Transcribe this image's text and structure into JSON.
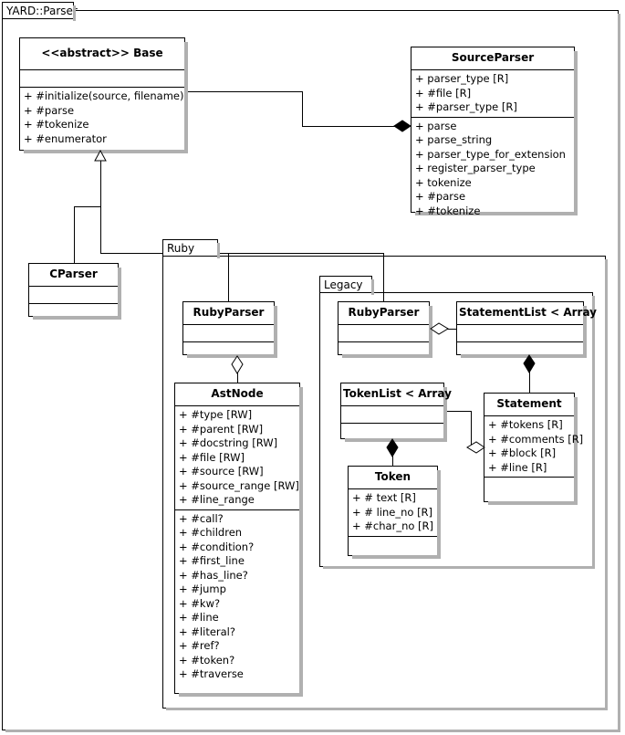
{
  "diagram": {
    "title": "YARD::Parser",
    "root_package_label": "YARD::Parser",
    "colors": {
      "line": "#000000",
      "background": "#ffffff",
      "shadow": "#b0b0b0",
      "text": "#000000"
    }
  },
  "packages": [
    {
      "id": "yard_parser",
      "label": "YARD::Parser"
    },
    {
      "id": "ruby",
      "label": "Ruby"
    },
    {
      "id": "legacy",
      "label": "Legacy"
    }
  ],
  "classes": {
    "base": {
      "name": "<<abstract>> Base",
      "attributes": [],
      "operations": [
        "+ #initialize(source, filename)",
        "+ #parse",
        "+ #tokenize",
        "+ #enumerator"
      ]
    },
    "source_parser": {
      "name": "SourceParser",
      "attributes": [
        "+ parser_type [R]",
        "+ #file [R]",
        "+ #parser_type [R]"
      ],
      "operations": [
        "+ parse",
        "+ parse_string",
        "+ parser_type_for_extension",
        "+ register_parser_type",
        "+ tokenize",
        "+ #parse",
        "+ #tokenize"
      ]
    },
    "cparser": {
      "name": "CParser",
      "attributes": [],
      "operations": []
    },
    "ruby_parser": {
      "name": "RubyParser",
      "attributes": [],
      "operations": []
    },
    "ast_node": {
      "name": "AstNode",
      "attributes": [
        "+ #type [RW]",
        "+ #parent [RW]",
        "+ #docstring [RW]",
        "+ #file [RW]",
        "+ #source [RW]",
        "+ #source_range [RW]",
        "+ #line_range"
      ],
      "operations": [
        "+ #call?",
        "+ #children",
        "+ #condition?",
        "+ #first_line",
        "+ #has_line?",
        "+ #jump",
        "+ #kw?",
        "+ #line",
        "+ #literal?",
        "+ #ref?",
        "+ #token?",
        "+ #traverse"
      ]
    },
    "legacy_ruby_parser": {
      "name": "RubyParser",
      "attributes": [],
      "operations": []
    },
    "statement_list": {
      "name": "StatementList < Array",
      "attributes": [],
      "operations": []
    },
    "token_list": {
      "name": "TokenList < Array",
      "attributes": [],
      "operations": []
    },
    "statement": {
      "name": "Statement",
      "attributes": [
        "+ #tokens [R]",
        "+ #comments [R]",
        "+ #block [R]",
        "+ #line [R]"
      ],
      "operations": []
    },
    "token": {
      "name": "Token",
      "attributes": [
        "+ # text [R]",
        "+ # line_no [R]",
        "+ #char_no [R]"
      ],
      "operations": []
    }
  },
  "relationships": [
    {
      "id": "base-sourceparser",
      "type": "composition",
      "from": "base",
      "to": "source_parser",
      "marker": "filled-diamond"
    },
    {
      "id": "base-cparser",
      "type": "generalization",
      "from": "cparser",
      "to": "base",
      "marker": "hollow-triangle"
    },
    {
      "id": "base-rubyparser",
      "type": "generalization",
      "from": "ruby_parser",
      "to": "base",
      "marker": "hollow-triangle"
    },
    {
      "id": "base-legacy-rubyparser",
      "type": "generalization",
      "from": "legacy_ruby_parser",
      "to": "base",
      "marker": "hollow-triangle"
    },
    {
      "id": "rubyparser-astnode",
      "type": "aggregation",
      "from": "ruby_parser",
      "to": "ast_node",
      "marker": "hollow-diamond"
    },
    {
      "id": "legacyrubyparser-statementlist",
      "type": "aggregation",
      "from": "legacy_ruby_parser",
      "to": "statement_list",
      "marker": "hollow-diamond"
    },
    {
      "id": "statementlist-statement",
      "type": "composition",
      "from": "statement_list",
      "to": "statement",
      "marker": "filled-diamond"
    },
    {
      "id": "tokenlist-statement",
      "type": "aggregation",
      "from": "statement",
      "to": "token_list",
      "marker": "hollow-diamond"
    },
    {
      "id": "tokenlist-token",
      "type": "composition",
      "from": "token_list",
      "to": "token",
      "marker": "filled-diamond"
    }
  ]
}
